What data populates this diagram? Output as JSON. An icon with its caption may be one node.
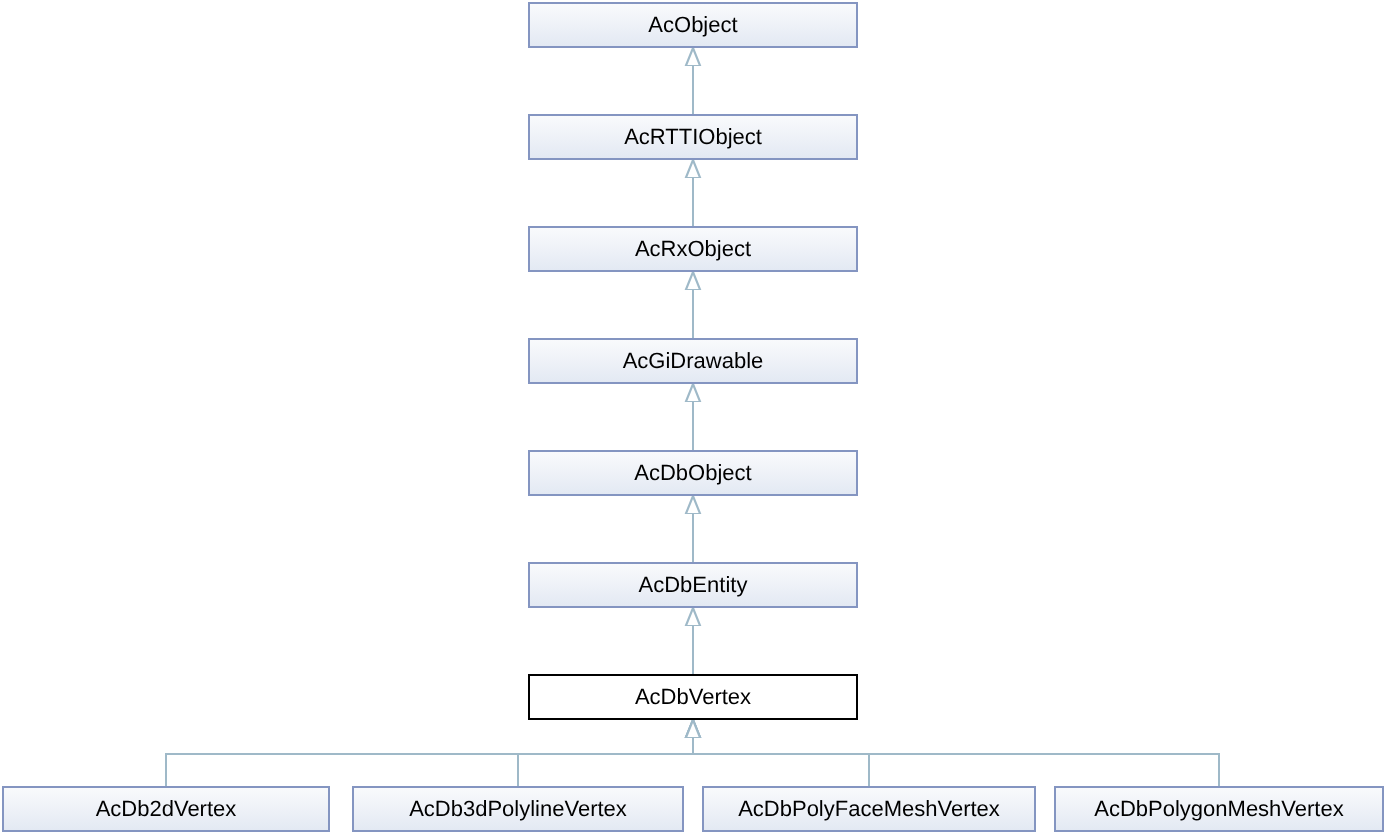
{
  "diagram": {
    "nodes": [
      {
        "text": [
          "AcObject"
        ]
      },
      {
        "text": [
          "AcRTTIObject"
        ]
      },
      {
        "text": [
          "AcRxObject"
        ]
      },
      {
        "text": [
          "AcGiDrawable"
        ]
      },
      {
        "text": [
          "AcDbObject"
        ]
      },
      {
        "text": [
          "AcDbEntity"
        ]
      },
      {
        "text": [
          "AcDbVertex"
        ]
      },
      {
        "text": [
          "AcDb2dVertex"
        ]
      },
      {
        "text": [
          "AcDb3dPolylineVertex"
        ]
      },
      {
        "text": [
          "AcDbPolyFaceMeshVertex"
        ]
      },
      {
        "text": [
          "AcDbPolygonMeshVertex"
        ]
      }
    ],
    "edges": [
      {
        "from": 1,
        "to": 0,
        "arrow": "to"
      },
      {
        "from": 2,
        "to": 1,
        "arrow": "to"
      },
      {
        "from": 3,
        "to": 2,
        "arrow": "to"
      },
      {
        "from": 4,
        "to": 3,
        "arrow": "to"
      },
      {
        "from": 5,
        "to": 4,
        "arrow": "to"
      },
      {
        "from": 6,
        "to": 5,
        "arrow": "to"
      },
      {
        "from": 7,
        "to": 6,
        "arrow": "to"
      },
      {
        "from": 8,
        "to": 6,
        "arrow": "to"
      },
      {
        "from": 9,
        "to": 6,
        "arrow": "to"
      },
      {
        "from": 10,
        "to": 6,
        "arrow": "to"
      }
    ]
  }
}
